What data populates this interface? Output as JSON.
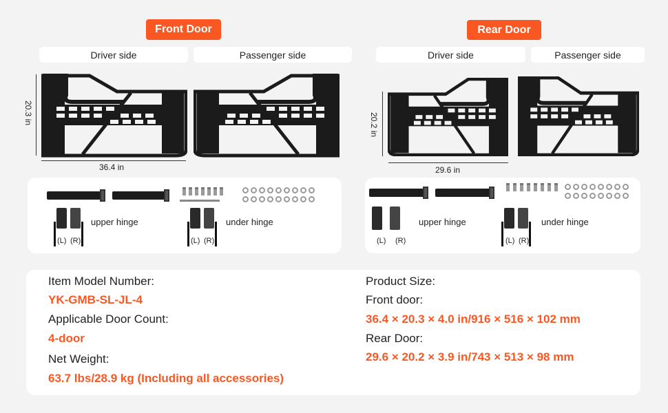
{
  "front": {
    "title": "Front Door",
    "driver": "Driver side",
    "passenger": "Passenger side",
    "height": "20.3 in",
    "width": "36.4 in"
  },
  "rear": {
    "title": "Rear Door",
    "driver": "Driver side",
    "passenger": "Passenger side",
    "height": "20.2 in",
    "width": "29.6 in"
  },
  "hardware": {
    "upper_hinge": "upper hinge",
    "under_hinge": "under hinge",
    "left": "(L)",
    "right": "(R)"
  },
  "info": {
    "model_label": "Item Model Number:",
    "model_value": "YK-GMB-SL-JL-4",
    "count_label": "Applicable Door Count:",
    "count_value": "4-door",
    "weight_label": "Net Weight:",
    "weight_value": "63.7 lbs/28.9 kg (Including all accessories)",
    "size_label": "Product Size:",
    "front_label": "Front door:",
    "front_value": "36.4 × 20.3 × 4.0 in/916 × 516 × 102 mm",
    "rear_label": "Rear Door:",
    "rear_value": "29.6 × 20.2 × 3.9 in/743 × 513 × 98 mm"
  },
  "colors": {
    "accent": "#fb5722"
  }
}
